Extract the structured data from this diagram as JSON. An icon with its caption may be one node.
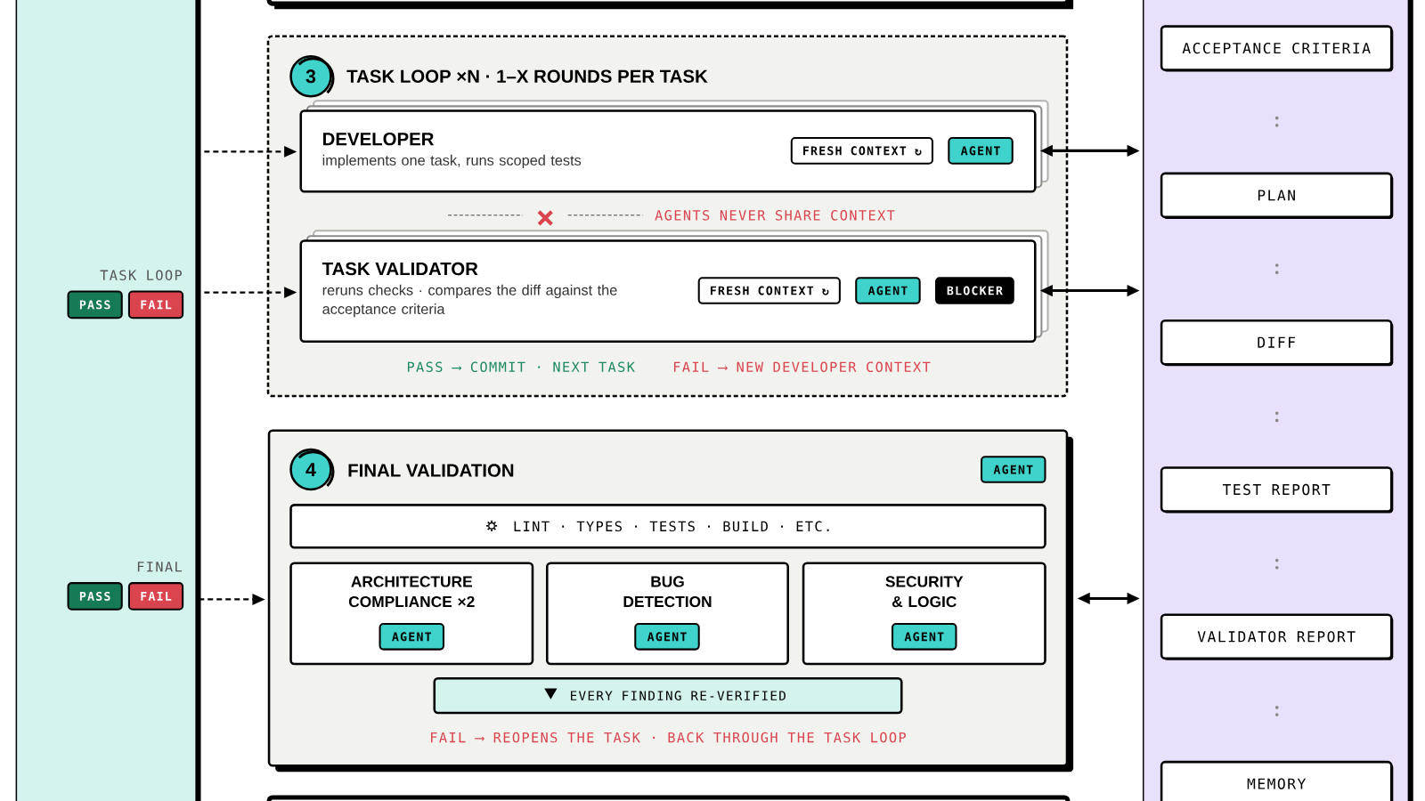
{
  "diagram": {
    "nodes": [
      {
        "text": [],
        "shape": "box"
      },
      {
        "text": [
          "TASK LOOP ×N · 1–X ROUNDS PER TASK"
        ]
      },
      {
        "text": [
          "3"
        ],
        "in": 1
      },
      {
        "text": [
          "DEVELOPER",
          "implements one task, runs scoped tests"
        ],
        "in": 1
      },
      {
        "text": [
          "FRESH CONTEXT ↻"
        ],
        "in": 3
      },
      {
        "text": [
          "AGENT"
        ],
        "in": 3
      },
      {
        "text": [
          "TASK VALIDATOR",
          "reruns checks · compares the diff against the acceptance criteria"
        ],
        "in": 1
      },
      {
        "text": [
          "FRESH CONTEXT ↻"
        ],
        "in": 6
      },
      {
        "text": [
          "AGENT"
        ],
        "in": 6
      },
      {
        "text": [
          "BLOCKER"
        ],
        "in": 6
      },
      {
        "text": [
          "FINAL VALIDATION"
        ]
      },
      {
        "text": [
          "4"
        ],
        "in": 10
      },
      {
        "text": [
          "AGENT"
        ],
        "in": 10
      },
      {
        "text": [
          "LINT · TYPES · TESTS · BUILD · ETC."
        ],
        "in": 10
      },
      {
        "text": [
          "ARCHITECTURE COMPLIANCE ×2"
        ],
        "in": 10
      },
      {
        "text": [
          "AGENT"
        ],
        "in": 14
      },
      {
        "text": [
          "BUG DETECTION"
        ],
        "in": 10
      },
      {
        "text": [
          "AGENT"
        ],
        "in": 16
      },
      {
        "text": [
          "SECURITY & LOGIC"
        ],
        "in": 10
      },
      {
        "text": [
          "AGENT"
        ],
        "in": 18
      },
      {
        "text": [
          "EVERY FINDING RE-VERIFIED"
        ],
        "in": 10
      },
      {
        "text": [],
        "shape": "box"
      },
      {
        "text": [],
        "shape": "bar"
      },
      {
        "text": [
          "PASS"
        ],
        "in": 22
      },
      {
        "text": [
          "FAIL"
        ],
        "in": 22
      },
      {
        "text": [
          "PASS"
        ],
        "in": 22
      },
      {
        "text": [
          "FAIL"
        ],
        "in": 22
      },
      {
        "text": [],
        "shape": "bar"
      },
      {
        "text": [
          "ACCEPTANCE CRITERIA"
        ],
        "in": 27
      },
      {
        "text": [
          "PLAN"
        ],
        "in": 27
      },
      {
        "text": [
          "DIFF"
        ],
        "in": 27
      },
      {
        "text": [
          "TEST REPORT"
        ],
        "in": 27
      },
      {
        "text": [
          "VALIDATOR REPORT"
        ],
        "in": 27
      },
      {
        "text": [
          "MEMORY"
        ],
        "in": 27
      }
    ],
    "edges": [
      {
        "from": 22,
        "to": 3,
        "arrow": "to",
        "style": "dashed"
      },
      {
        "from": 22,
        "to": 6,
        "arrow": "to",
        "style": "dashed"
      },
      {
        "from": 22,
        "to": 10,
        "arrow": "to",
        "style": "dashed"
      },
      {
        "from": 3,
        "to": 27,
        "arrow": "both"
      },
      {
        "from": 6,
        "to": 27,
        "arrow": "both"
      },
      {
        "from": 10,
        "to": 27,
        "arrow": "both"
      }
    ],
    "labels": [
      "AGENTS NEVER SHARE CONTEXT",
      "TASK LOOP",
      "PASS ⟶ COMMIT · NEXT TASK",
      "FAIL ⟶ NEW DEVELOPER CONTEXT",
      "FINAL",
      "FAIL ⟶ REOPENS THE TASK · BACK THROUGH THE TASK LOOP"
    ]
  }
}
